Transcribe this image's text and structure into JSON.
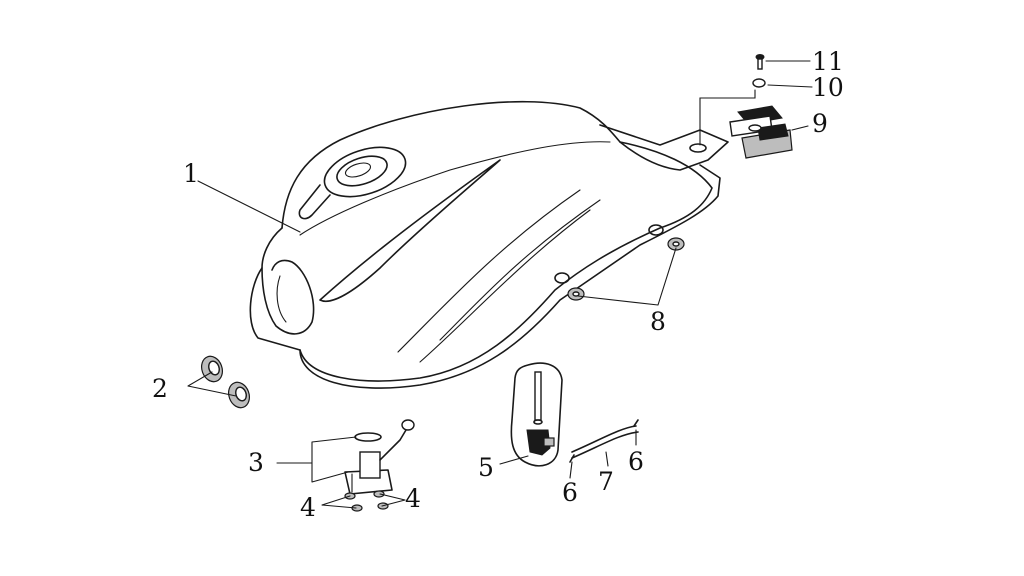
{
  "callouts": {
    "c1": "1",
    "c2": "2",
    "c3": "3",
    "c4a": "4",
    "c4b": "4",
    "c5": "5",
    "c6a": "6",
    "c6b": "6",
    "c7": "7",
    "c8": "8",
    "c9": "9",
    "c10": "10",
    "c11": "11"
  },
  "colors": {
    "line": "#1a1a1a",
    "background": "#ffffff"
  }
}
